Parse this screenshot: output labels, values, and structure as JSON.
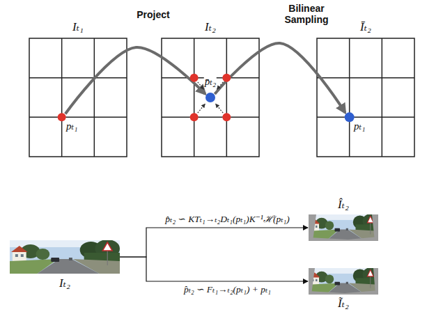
{
  "diagram": {
    "nodes": [
      {
        "text": [
          "Iₜ₁",
          "pₜ₁"
        ]
      },
      {
        "text": [
          "Iₜ₂",
          "p̄ₜ₂"
        ]
      },
      {
        "text": [
          "Īₜ₂",
          "pₜ₁"
        ]
      },
      {
        "text": [
          "Iₜ₂"
        ]
      },
      {
        "text": [
          "Îₜ₂"
        ]
      },
      {
        "text": [
          "Ĩₜ₂"
        ]
      }
    ],
    "edges": [
      {
        "from": 0,
        "to": 1,
        "arrow": "to",
        "label": "Project"
      },
      {
        "from": 1,
        "to": 2,
        "arrow": "to",
        "label": "Bilinear Sampling"
      },
      {
        "from": 3,
        "to": 4,
        "arrow": "to",
        "label": "p̂ₜ₂ ∽ KTₜ₁→ₜ₂Dₜ₁(pₜ₁)K⁻¹ℋ(pₜ₁)"
      },
      {
        "from": 3,
        "to": 5,
        "arrow": "to",
        "label": "p̂ₜ₂ ∽ Fₜ₁→ₜ₂(pₜ₁) + pₜ₁"
      }
    ]
  }
}
